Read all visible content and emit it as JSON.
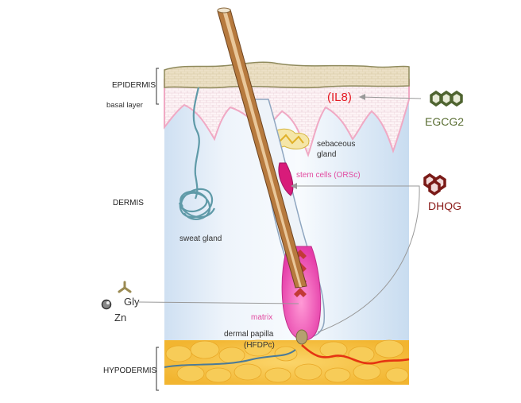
{
  "layers": {
    "epidermis": "EPIDERMIS",
    "basal_layer": "basal layer",
    "dermis": "DERMIS",
    "hypodermis": "HYPODERMIS"
  },
  "structures": {
    "sebaceous_gland": [
      "sebaceous",
      "gland"
    ],
    "stem_cells": "stem cells (ORSc)",
    "sweat_gland": "sweat gland",
    "matrix": "matrix",
    "dermal_papilla": [
      "dermal papilla",
      "(HFDPc)"
    ],
    "il8": "(IL8)"
  },
  "compounds": {
    "egcg2": "EGCG2",
    "dhqg": "DHQG",
    "gly": "Gly",
    "zn": "Zn"
  },
  "colors": {
    "il8": "#e41b23",
    "egcg2": "#5a6e33",
    "dhqg": "#8a1a18",
    "pink_labels": "#e24aa0",
    "hypodermis_fat": "#f5c044",
    "epidermis_pink": "#f3b8cf",
    "hair_shaft": "#8a5a2b"
  }
}
